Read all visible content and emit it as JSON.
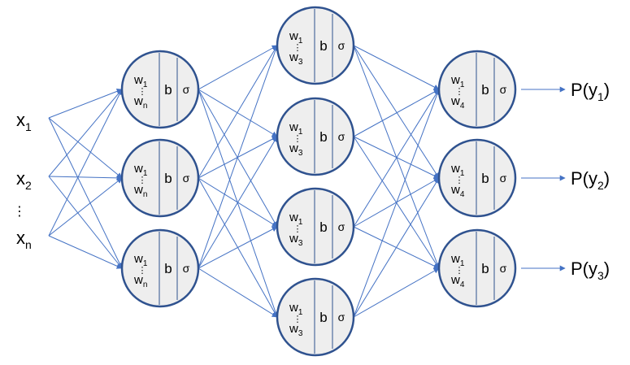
{
  "colors": {
    "edge": "#4472C4",
    "neuron_stroke": "#2F528F",
    "neuron_fill": "#EEEEEE",
    "text": "#000000"
  },
  "inputs": [
    {
      "base": "x",
      "sub": "1"
    },
    {
      "base": "x",
      "sub": "2"
    },
    {
      "base": "x",
      "sub": "n"
    }
  ],
  "input_ellipsis": "⋮",
  "layers": [
    {
      "name": "hidden-1",
      "neurons": [
        {
          "w_top": {
            "base": "w",
            "sub": "1"
          },
          "w_bottom": {
            "base": "w",
            "sub": "n"
          },
          "bias": "b",
          "activation": "σ"
        },
        {
          "w_top": {
            "base": "w",
            "sub": "1"
          },
          "w_bottom": {
            "base": "w",
            "sub": "n"
          },
          "bias": "b",
          "activation": "σ"
        },
        {
          "w_top": {
            "base": "w",
            "sub": "1"
          },
          "w_bottom": {
            "base": "w",
            "sub": "n"
          },
          "bias": "b",
          "activation": "σ"
        }
      ]
    },
    {
      "name": "hidden-2",
      "neurons": [
        {
          "w_top": {
            "base": "w",
            "sub": "1"
          },
          "w_bottom": {
            "base": "w",
            "sub": "3"
          },
          "bias": "b",
          "activation": "σ"
        },
        {
          "w_top": {
            "base": "w",
            "sub": "1"
          },
          "w_bottom": {
            "base": "w",
            "sub": "3"
          },
          "bias": "b",
          "activation": "σ"
        },
        {
          "w_top": {
            "base": "w",
            "sub": "1"
          },
          "w_bottom": {
            "base": "w",
            "sub": "3"
          },
          "bias": "b",
          "activation": "σ"
        },
        {
          "w_top": {
            "base": "w",
            "sub": "1"
          },
          "w_bottom": {
            "base": "w",
            "sub": "3"
          },
          "bias": "b",
          "activation": "σ"
        }
      ]
    },
    {
      "name": "output",
      "neurons": [
        {
          "w_top": {
            "base": "w",
            "sub": "1"
          },
          "w_bottom": {
            "base": "w",
            "sub": "4"
          },
          "bias": "b",
          "activation": "σ"
        },
        {
          "w_top": {
            "base": "w",
            "sub": "1"
          },
          "w_bottom": {
            "base": "w",
            "sub": "4"
          },
          "bias": "b",
          "activation": "σ"
        },
        {
          "w_top": {
            "base": "w",
            "sub": "1"
          },
          "w_bottom": {
            "base": "w",
            "sub": "4"
          },
          "bias": "b",
          "activation": "σ"
        }
      ]
    }
  ],
  "weight_ellipsis": "⋮",
  "outputs": [
    {
      "prefix": "P(y",
      "sub": "1",
      "suffix": ")"
    },
    {
      "prefix": "P(y",
      "sub": "2",
      "suffix": ")"
    },
    {
      "prefix": "P(y",
      "sub": "3",
      "suffix": ")"
    }
  ]
}
